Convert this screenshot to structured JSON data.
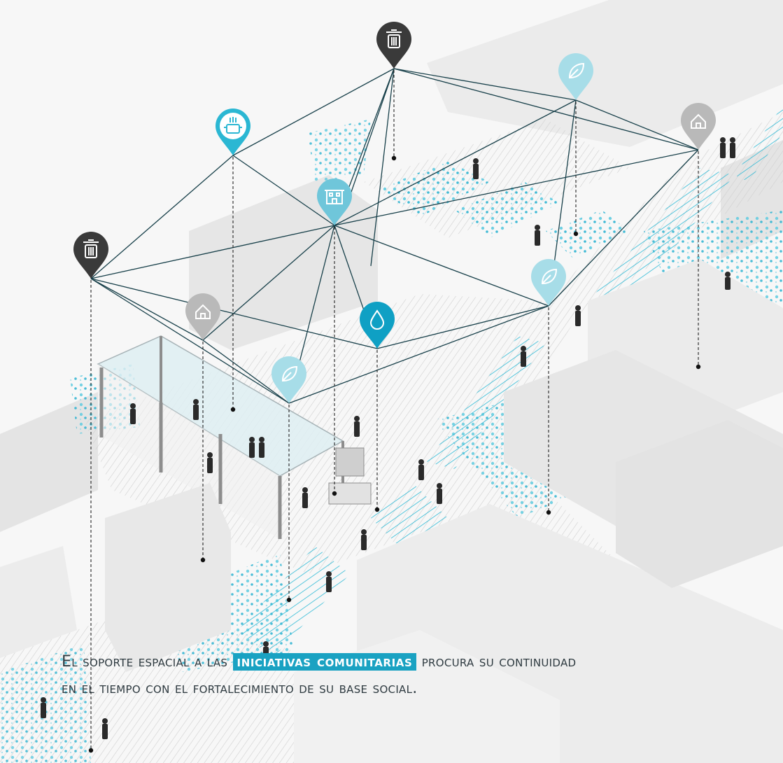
{
  "caption": {
    "line1_before": "El soporte espacial a las",
    "line1_highlight": "iniciativas comunitarias",
    "line1_after": "procura su continuidad",
    "line2": "en el tiempo con el fortalecimiento de su base social."
  },
  "colors": {
    "network_line": "#18404a",
    "pin_dark": "#3a3a3a",
    "pin_gray": "#b9b9b9",
    "pin_light_cyan": "#a7dde8",
    "pin_cyan": "#2bb7d3",
    "pin_blue": "#0fa0c4",
    "vegetation": "#1bb6d6",
    "highlight_bg": "#1aa2c2"
  },
  "pins": [
    {
      "id": "trash-top",
      "icon": "trash-icon",
      "style": "dark"
    },
    {
      "id": "leaf-top-right",
      "icon": "leaf-icon",
      "style": "light_cyan"
    },
    {
      "id": "home-right",
      "icon": "house-icon",
      "style": "gray"
    },
    {
      "id": "kitchen",
      "icon": "cooking-pot-icon",
      "style": "cyan"
    },
    {
      "id": "building-center",
      "icon": "community-building-icon",
      "style": "light_cyan"
    },
    {
      "id": "trash-left",
      "icon": "trash-icon",
      "style": "dark"
    },
    {
      "id": "home-left",
      "icon": "house-icon",
      "style": "gray"
    },
    {
      "id": "water",
      "icon": "water-drop-icon",
      "style": "blue"
    },
    {
      "id": "leaf-center",
      "icon": "leaf-icon",
      "style": "light_cyan"
    },
    {
      "id": "leaf-right",
      "icon": "leaf-icon",
      "style": "light_cyan"
    }
  ]
}
